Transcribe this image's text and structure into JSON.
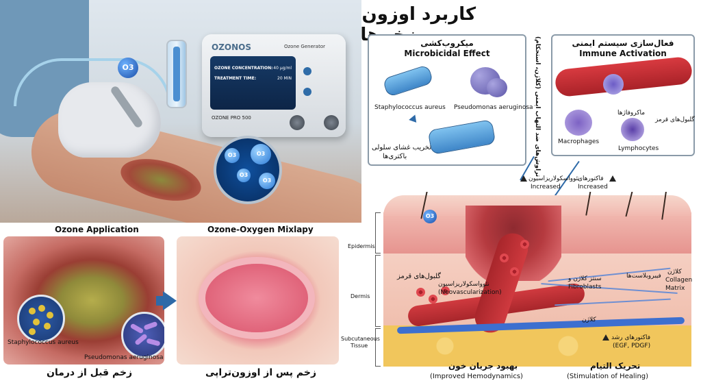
{
  "title": "کاربرد اوزون‌تراپی در درمان زخم‌های مزمن",
  "device": {
    "brand": "OZONOS",
    "label": "Ozone Generator",
    "concentration_label": "OZONE CONCENTRATION:",
    "concentration_value": "40 µg/ml",
    "time_label": "TREATMENT TIME:",
    "time_value": "20 MIN",
    "model": "OZONE PRO 500"
  },
  "o3_symbol": "O3",
  "panels": {
    "application_label": "Ozone Application",
    "mixlapy_label": "Ozone-Oxygen Mixlapy",
    "before_caption": "زخم قبل از درمان",
    "after_caption": "زخم پس از اوزون‌تراپی",
    "staph_label": "Staphylococcus aureus",
    "pseudo_label": "Pseudomonas aeruginosa"
  },
  "microbicidal": {
    "title_fa": "میکروب‌کشی",
    "title_en": "Microbicidal Effect",
    "staph": "Staphylococcus aureus",
    "pseudo": "Pseudomonas aeruginosa",
    "membrane_line1": "تخریب غشای سلولی",
    "membrane_line2": "باکتری‌ها"
  },
  "immune": {
    "title_fa": "فعال‌سازی سیستم ایمنی",
    "title_en": "Immune Activation",
    "macrophage_fa": "ماکروفاژها",
    "rbc_fa": "گلبول‌های قرمز",
    "macrophages": "Macrophages",
    "lymphocytes": "Lymphocytes"
  },
  "vertical_note": "تراوش‌های ضد التهاب ایمنی (کلاژن، استحکام)",
  "skin": {
    "nova_fa": "نئوواسکولاریزاسیون",
    "increased": "Increased",
    "factors_fa": "فاکتورهای",
    "epidermis": "Epidermis",
    "dermis": "Dermis",
    "subcutaneous_1": "Subcutaneous",
    "subcutaneous_2": "Tissue",
    "rbc_fa": "گلبول‌های قرمز",
    "neovascular_fa": "نئوواسکولاریزاسیون",
    "neovascular_en": "(Neovascularization)",
    "collagen_synth_fa": "سنتز کلاژن و",
    "fibroblasts": "Fibroblasts",
    "fibroblasts_fa": "فیبروبلاست‌ها",
    "collagen_fa": "کلاژن",
    "collagen_matrix_fa": "کلاژن",
    "collagen_matrix_1": "Collagen",
    "collagen_matrix_2": "Matrix",
    "growth_fa": "فاکتورهای رشد",
    "growth_en": "(EGF, PDGF)"
  },
  "bottom": {
    "hemo_fa": "بهبود جریان خون",
    "hemo_en": "(Improved Hemodynamics)",
    "healing_fa": "تحریک التیام",
    "healing_en": "(Stimulation of Healing)"
  }
}
